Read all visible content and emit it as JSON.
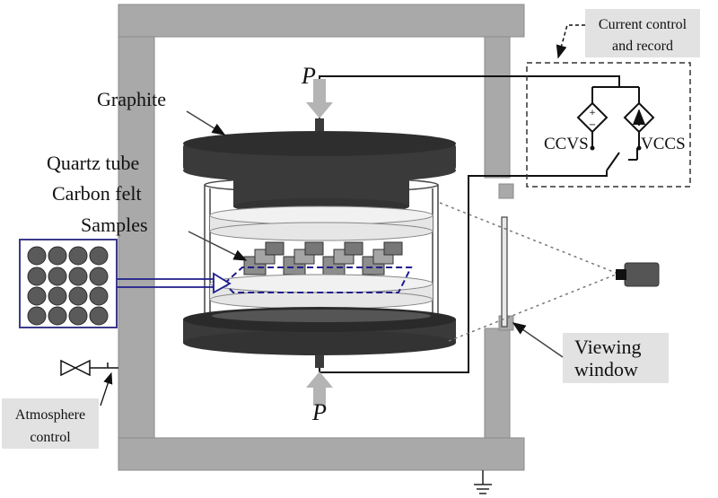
{
  "labels": {
    "graphite": "Graphite",
    "quartz_tube": "Quartz tube",
    "carbon_felt": "Carbon felt",
    "samples": "Samples",
    "current_control_line1": "Current control",
    "current_control_line2": "and record",
    "ccvs": "CCVS",
    "vccs": "VCCS",
    "viewing_window_line1": "Viewing",
    "viewing_window_line2": "window",
    "atmosphere_line1": "Atmosphere",
    "atmosphere_line2": "control",
    "pressure_top": "P",
    "pressure_bottom": "P"
  },
  "colors": {
    "chamber_wall": "#a9a9a9",
    "graphite": "#3a3a3a",
    "carbon_felt": "#e6e6e6",
    "label_box": "#e2e2e2",
    "sample_frame": "#3c3c8c",
    "sample_path": "#1e1e8c",
    "pressure_arrow": "#b4b4b4"
  }
}
